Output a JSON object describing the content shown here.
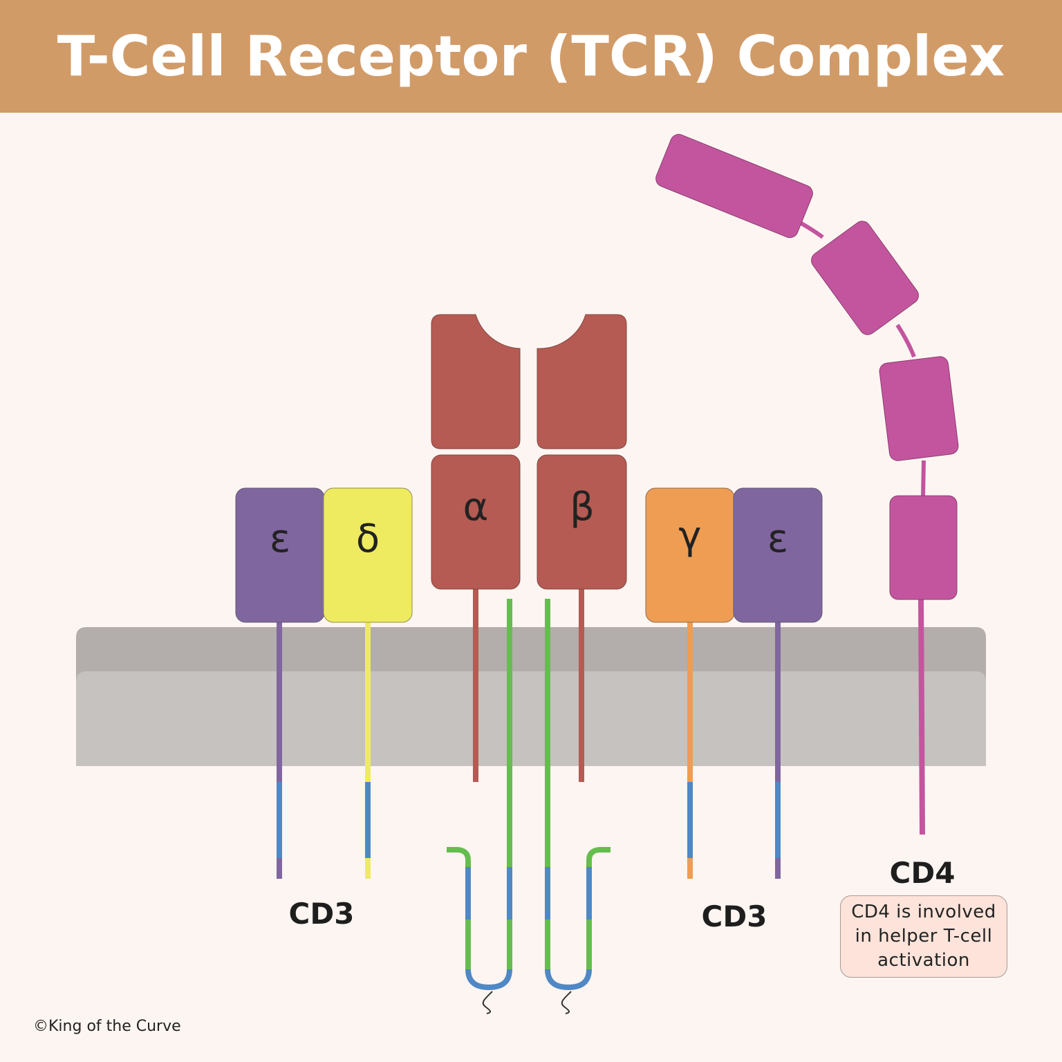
{
  "title": "T-Cell Receptor (TCR) Complex",
  "chains": {
    "cd3_left_epsilon": "ε",
    "cd3_left_delta": "δ",
    "tcr_alpha": "α",
    "tcr_beta": "β",
    "cd3_right_gamma": "γ",
    "cd3_right_epsilon": "ε"
  },
  "labels": {
    "cd3_left": "CD3",
    "cd3_right": "CD3",
    "cd4": "CD4"
  },
  "note": "CD4 is involved in helper T-cell activation",
  "copyright": "©King of the Curve",
  "colors": {
    "header": "#d19b68",
    "background": "#fdf5f1",
    "epsilon": "#80669f",
    "delta": "#efeb60",
    "gamma": "#ee9d52",
    "alpha_beta": "#b55b53",
    "cd4": "#c3559e",
    "zeta": "#66bd4f",
    "itam": "#4f88c4",
    "membrane_top": "#b3adab",
    "membrane_body": "#c6c2bf"
  }
}
